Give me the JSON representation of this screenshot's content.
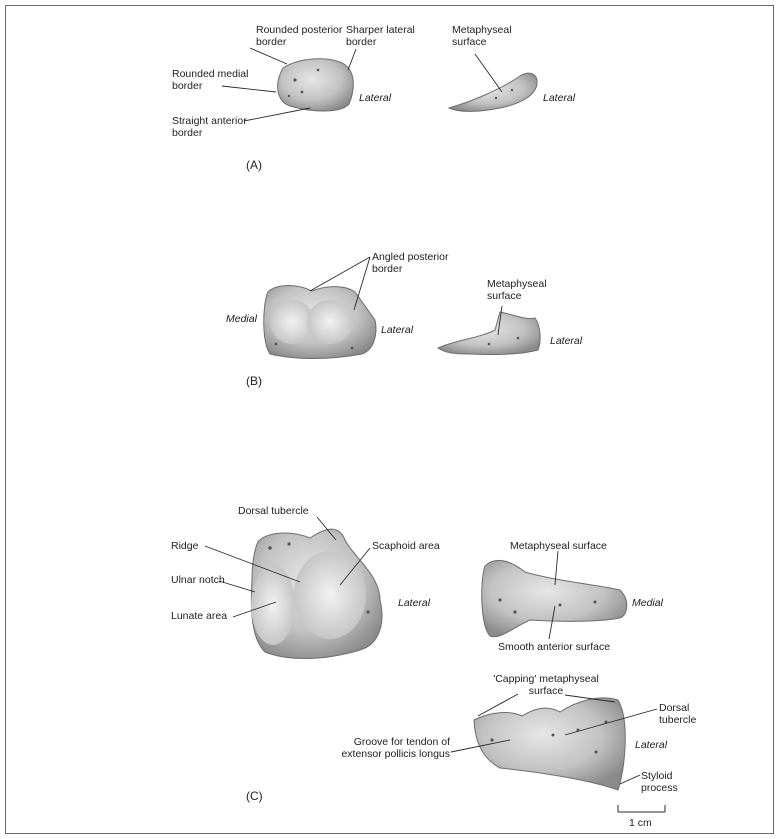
{
  "panels": {
    "a": {
      "label": "(A)",
      "rounded_posterior_border": "Rounded posterior\nborder",
      "sharper_lateral_border": "Sharper lateral\nborder",
      "rounded_medial_border": "Rounded medial\nborder",
      "straight_anterior_border": "Straight anterior\nborder",
      "lateral_left": "Lateral",
      "metaphyseal_surface": "Metaphyseal\nsurface",
      "lateral_right": "Lateral"
    },
    "b": {
      "label": "(B)",
      "angled_posterior_border": "Angled posterior\nborder",
      "medial": "Medial",
      "lateral_left": "Lateral",
      "metaphyseal_surface": "Metaphyseal\nsurface",
      "lateral_right": "Lateral"
    },
    "c": {
      "label": "(C)",
      "dorsal_tubercle": "Dorsal tubercle",
      "ridge": "Ridge",
      "scaphoid_area": "Scaphoid area",
      "ulnar_notch": "Ulnar notch",
      "lunate_area": "Lunate area",
      "lateral_left": "Lateral",
      "metaphyseal_surface": "Metaphyseal surface",
      "medial": "Medial",
      "smooth_anterior_surface": "Smooth anterior surface",
      "capping_metaphyseal_surface": "'Capping' metaphyseal\nsurface",
      "dorsal_tubercle_2": "Dorsal\ntubercle",
      "groove_label": "Groove for tendon of\nextensor pollicis longus",
      "lateral_bottom": "Lateral",
      "styloid_process": "Styloid\nprocess"
    }
  },
  "scale_bar": {
    "label": "1 cm"
  },
  "colors": {
    "bone": "#c4c4c4",
    "bone_dark": "#8c8c8c",
    "line": "#2a2a2a"
  }
}
